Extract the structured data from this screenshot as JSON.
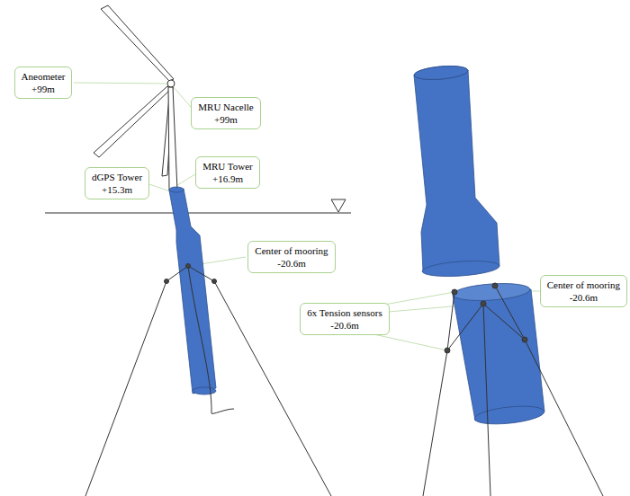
{
  "diagram": {
    "nodes": [
      {
        "text": [
          "Aneometer",
          "+99m"
        ]
      },
      {
        "text": [
          "MRU Nacelle",
          "+99m"
        ]
      },
      {
        "text": [
          "dGPS Tower",
          "+15.3m"
        ]
      },
      {
        "text": [
          "MRU Tower",
          "+16.9m"
        ]
      },
      {
        "text": [
          "Center of mooring",
          "-20.6m"
        ]
      },
      {
        "text": [
          "6x Tension sensors",
          "-20.6m"
        ]
      },
      {
        "text": [
          "Center of mooring",
          "-20.6m"
        ]
      }
    ]
  }
}
